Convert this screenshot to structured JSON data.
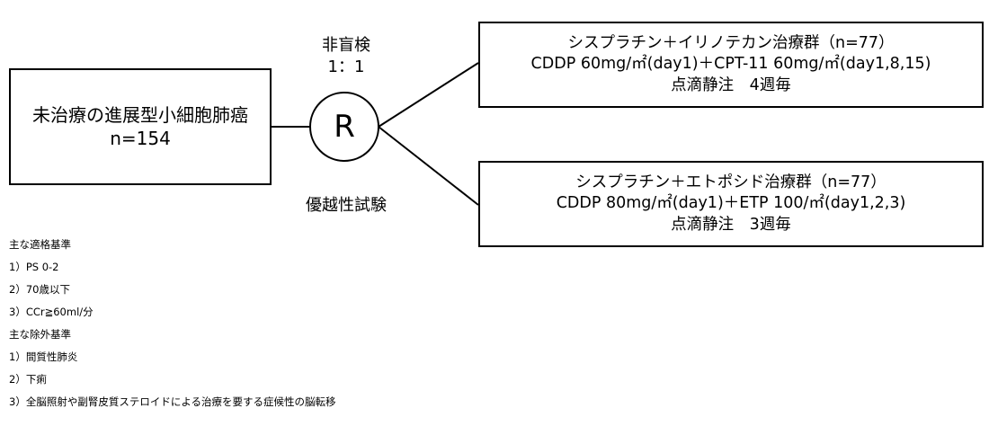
{
  "population": {
    "title": "未治療の進展型小細胞肺癌",
    "n": "n=154"
  },
  "randomization": {
    "symbol": "R",
    "blinding": "非盲検",
    "ratio": "1：1",
    "design": "優越性試験"
  },
  "arms": [
    {
      "name": "シスプラチン＋イリノテカン治療群（n=77）",
      "regimen": "CDDP 60mg/㎡(day1)＋CPT-11 60mg/㎡(day1,8,15)",
      "schedule": "点滴静注　4週毎"
    },
    {
      "name": "シスプラチン＋エトポシド治療群（n=77）",
      "regimen": "CDDP 80mg/㎡(day1)＋ETP 100/㎡(day1,2,3)",
      "schedule": "点滴静注　3週毎"
    }
  ],
  "inclusion": {
    "heading": "主な適格基準",
    "items": [
      "1）PS 0-2",
      "2）70歳以下",
      "3）CCr≧60ml/分"
    ]
  },
  "exclusion": {
    "heading": "主な除外基準",
    "items": [
      "1）間質性肺炎",
      "2）下痢",
      "3）全脳照射や副腎皮質ステロイドによる治療を要する症候性の脳転移"
    ]
  }
}
